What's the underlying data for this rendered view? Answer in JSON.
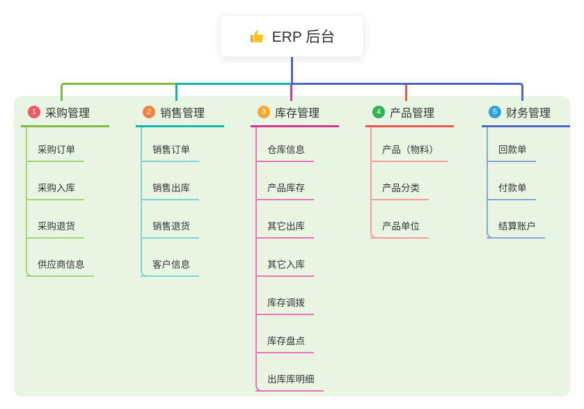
{
  "root": {
    "icon": "thumbs-up-icon",
    "title": "ERP 后台"
  },
  "canvas": {
    "panel_bg": "#e8f5e2",
    "background": "#ffffff"
  },
  "branches": [
    {
      "badge": "1",
      "label": "采购管理",
      "color": "#7fb940",
      "light_color": "#a8d37c",
      "badge_color": "#f25565",
      "children": [
        "采购订单",
        "采购入库",
        "采购退货",
        "供应商信息"
      ]
    },
    {
      "badge": "2",
      "label": "销售管理",
      "color": "#10b5ac",
      "light_color": "#7ed3ca",
      "badge_color": "#f5823c",
      "children": [
        "销售订单",
        "销售出库",
        "销售退货",
        "客户信息"
      ]
    },
    {
      "badge": "3",
      "label": "库存管理",
      "color": "#d4368f",
      "light_color": "#ee71b4",
      "badge_color": "#f3a72f",
      "children": [
        "仓库信息",
        "产品库存",
        "其它出库",
        "其它入库",
        "库存调拨",
        "库存盘点",
        "出库库明细"
      ]
    },
    {
      "badge": "4",
      "label": "产品管理",
      "color": "#ef5350",
      "light_color": "#f49c9b",
      "badge_color": "#2db350",
      "children": [
        "产品（物料）",
        "产品分类",
        "产品单位"
      ]
    },
    {
      "badge": "5",
      "label": "财务管理",
      "color": "#4e63c5",
      "light_color": "#8ca3d8",
      "badge_color": "#2da2dc",
      "children": [
        "回款单",
        "付款单",
        "结算账户"
      ]
    }
  ],
  "connectors": {
    "stem_color": "#4e63c5"
  }
}
